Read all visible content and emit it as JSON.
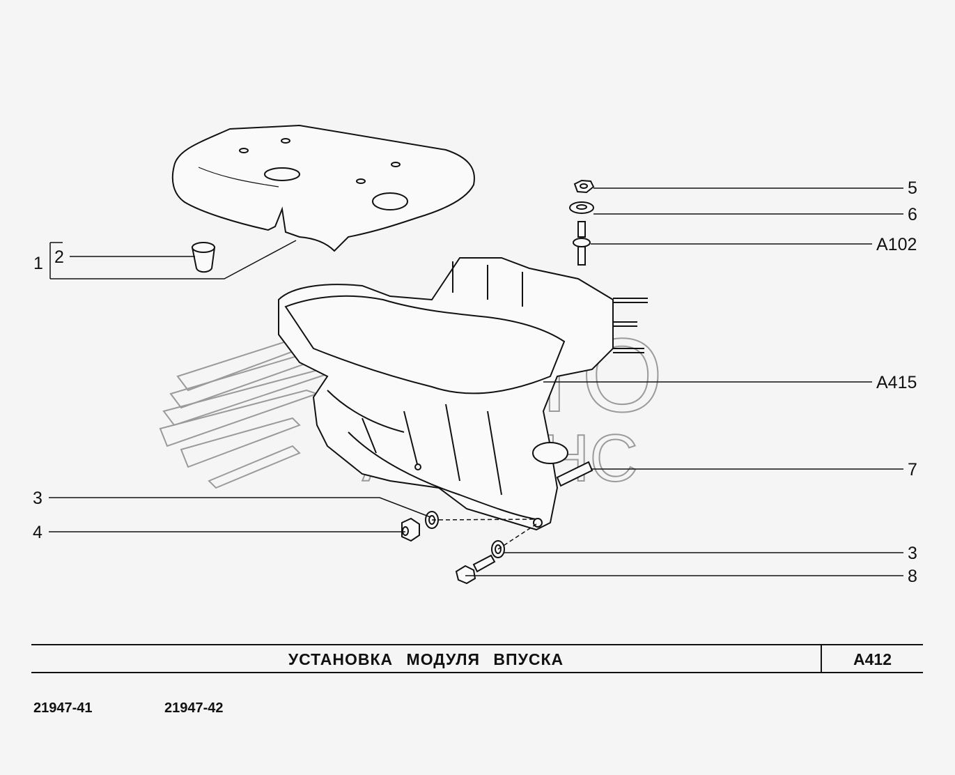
{
  "diagram": {
    "title": "УСТАНОВКА   МОДУЛЯ   ВПУСКА",
    "code": "A412",
    "models": [
      "21947-41",
      "21947-42"
    ],
    "watermark": [
      "АВТО",
      "АЛЬЯНС"
    ],
    "callouts": {
      "group1": "1",
      "item2": "2",
      "item3_left": "3",
      "item4": "4",
      "item5": "5",
      "item6": "6",
      "a102": "A102",
      "a415": "A415",
      "item7": "7",
      "item3_right": "3",
      "item8": "8"
    },
    "colors": {
      "line": "#111111",
      "background": "#f5f5f5",
      "watermark": "#9a9a9a"
    }
  }
}
